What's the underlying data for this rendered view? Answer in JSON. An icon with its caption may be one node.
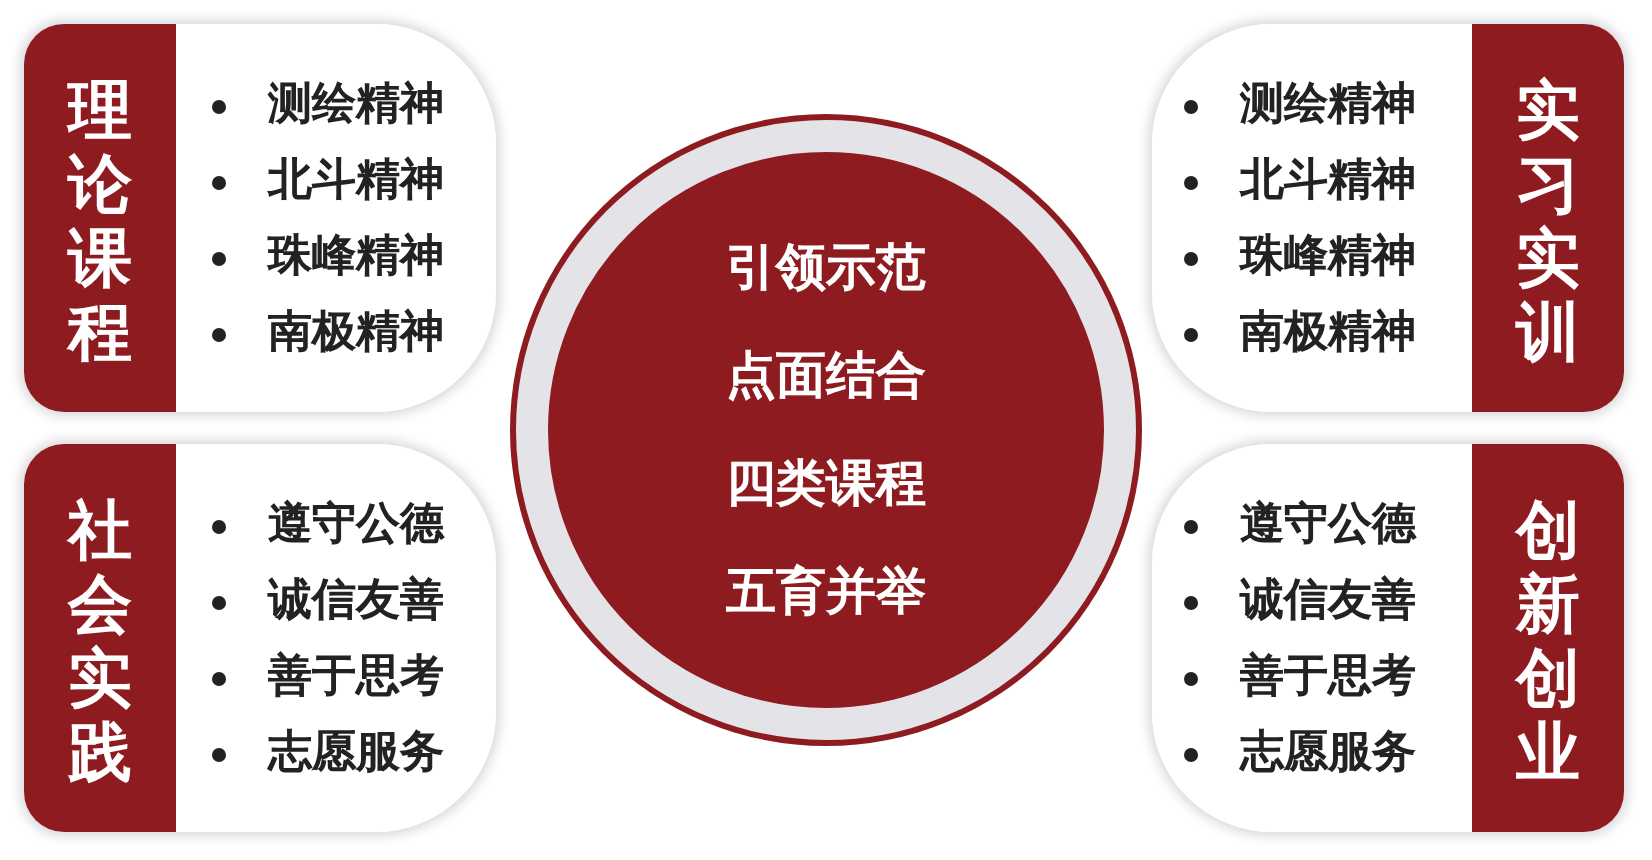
{
  "diagram": {
    "nodes": [
      {
        "text": [
          "理论课程",
          "测绘精神",
          "北斗精神",
          "珠峰精神",
          "南极精神"
        ]
      },
      {
        "text": [
          "测绘精神",
          "北斗精神",
          "珠峰精神",
          "南极精神",
          "实习实训"
        ]
      },
      {
        "text": [
          "社会实践",
          "遵守公德",
          "诚信友善",
          "善于思考",
          "志愿服务"
        ]
      },
      {
        "text": [
          "遵守公德",
          "诚信友善",
          "善于思考",
          "志愿服务",
          "创新创业"
        ]
      },
      {
        "text": [
          "引领示范",
          "点面结合",
          "四类课程",
          "五育并举"
        ]
      }
    ],
    "edges": []
  }
}
